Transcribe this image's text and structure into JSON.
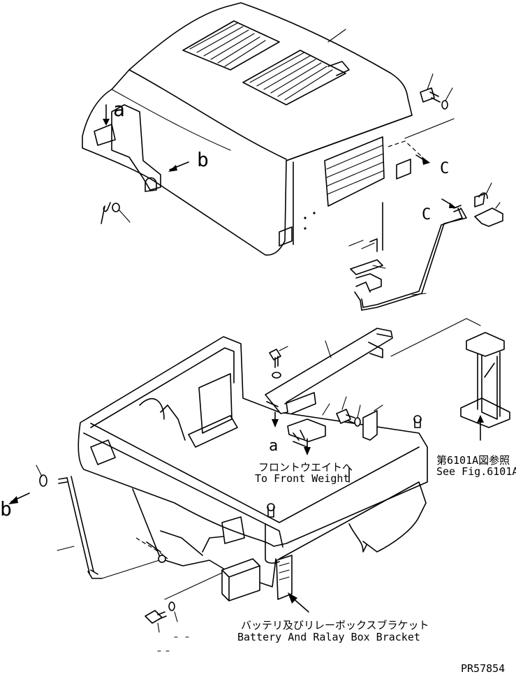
{
  "callouts": {
    "a_top": "a",
    "b_top": "b",
    "c_right": "C",
    "c_mid": "C",
    "a_bottom": "a",
    "b_left": "b"
  },
  "labels": {
    "front_weight_jp": "フロントウエイトへ",
    "front_weight_en": "To Front Weight",
    "fig_ref_jp": "第6101A図参照",
    "fig_ref_en": "See Fig.6101A",
    "battery_jp": "バッテリ及びリレーボックスブラケット",
    "battery_en": "Battery And Ralay Box Bracket"
  },
  "part_number": "PR57854"
}
